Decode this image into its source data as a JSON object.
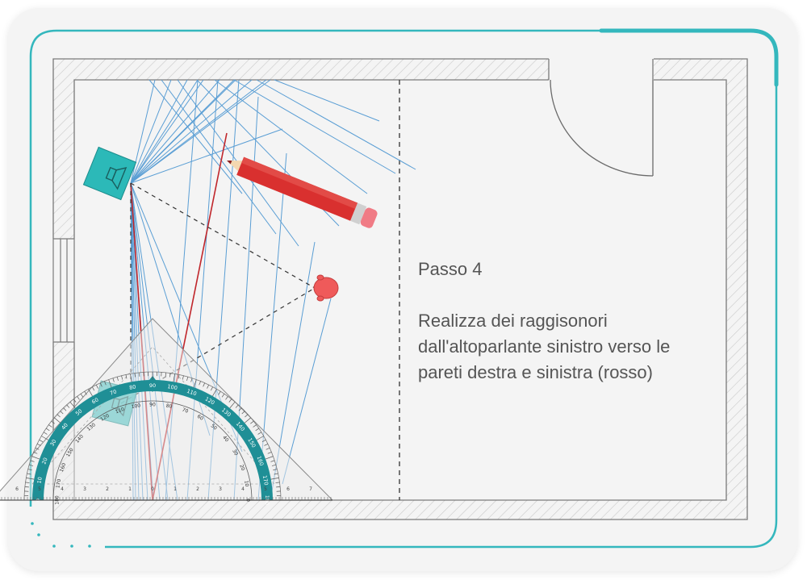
{
  "step": {
    "title": "Passo 4",
    "lines": [
      "Realizza dei raggisonori",
      "dall'altoparlante sinistro verso le",
      "pareti destra e sinistra (rosso)"
    ]
  },
  "colors": {
    "teal": "#34b7bd",
    "speaker": "#2cb9b8",
    "ray_blue": "#5a9ed4",
    "ray_red": "#c0262b",
    "pencil_red": "#d9302f",
    "listener": "#ef5a5a",
    "text": "#555555"
  },
  "protractor_scale": {
    "outer": [
      "0",
      "10",
      "20",
      "30",
      "40",
      "50",
      "60",
      "70",
      "80",
      "90",
      "100",
      "110",
      "120",
      "130",
      "140",
      "150",
      "160",
      "170",
      "180"
    ],
    "inner": [
      "180",
      "170",
      "160",
      "150",
      "140",
      "130",
      "120",
      "110",
      "100",
      "90",
      "80",
      "70",
      "60",
      "50",
      "40",
      "30",
      "20",
      "10",
      "0"
    ]
  },
  "ruler_scale": [
    "6",
    "5",
    "4",
    "3",
    "2",
    "1",
    "0",
    "1",
    "2",
    "3",
    "4",
    "5",
    "6",
    "7"
  ]
}
